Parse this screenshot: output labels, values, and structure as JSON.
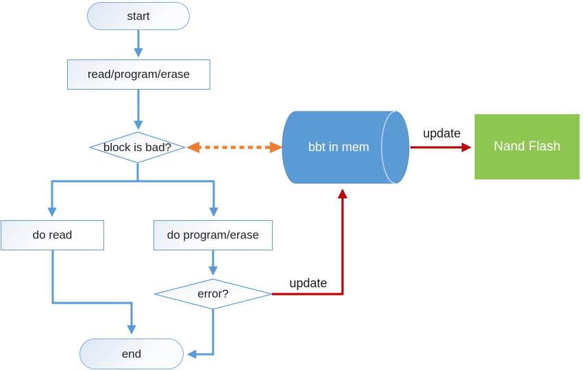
{
  "nodes": {
    "start": {
      "label": "start"
    },
    "read_program_erase": {
      "label": "read/program/erase"
    },
    "block_is_bad": {
      "label": "block is bad?"
    },
    "bbt_in_mem": {
      "label": "bbt in mem"
    },
    "nand_flash": {
      "label": "Nand Flash"
    },
    "do_read": {
      "label": "do read"
    },
    "do_program_erase": {
      "label": "do program/erase"
    },
    "error": {
      "label": "error?"
    },
    "end": {
      "label": "end"
    }
  },
  "edge_labels": {
    "update_to_nand": "update",
    "update_to_bbt": "update"
  },
  "colors": {
    "connector_blue": "#5B9BD5",
    "sync_orange": "#ED7D31",
    "update_red": "#C00000",
    "nand_green": "#8DC74F",
    "oval_border": "#7FA8DC",
    "text": "#1f1f1f"
  }
}
